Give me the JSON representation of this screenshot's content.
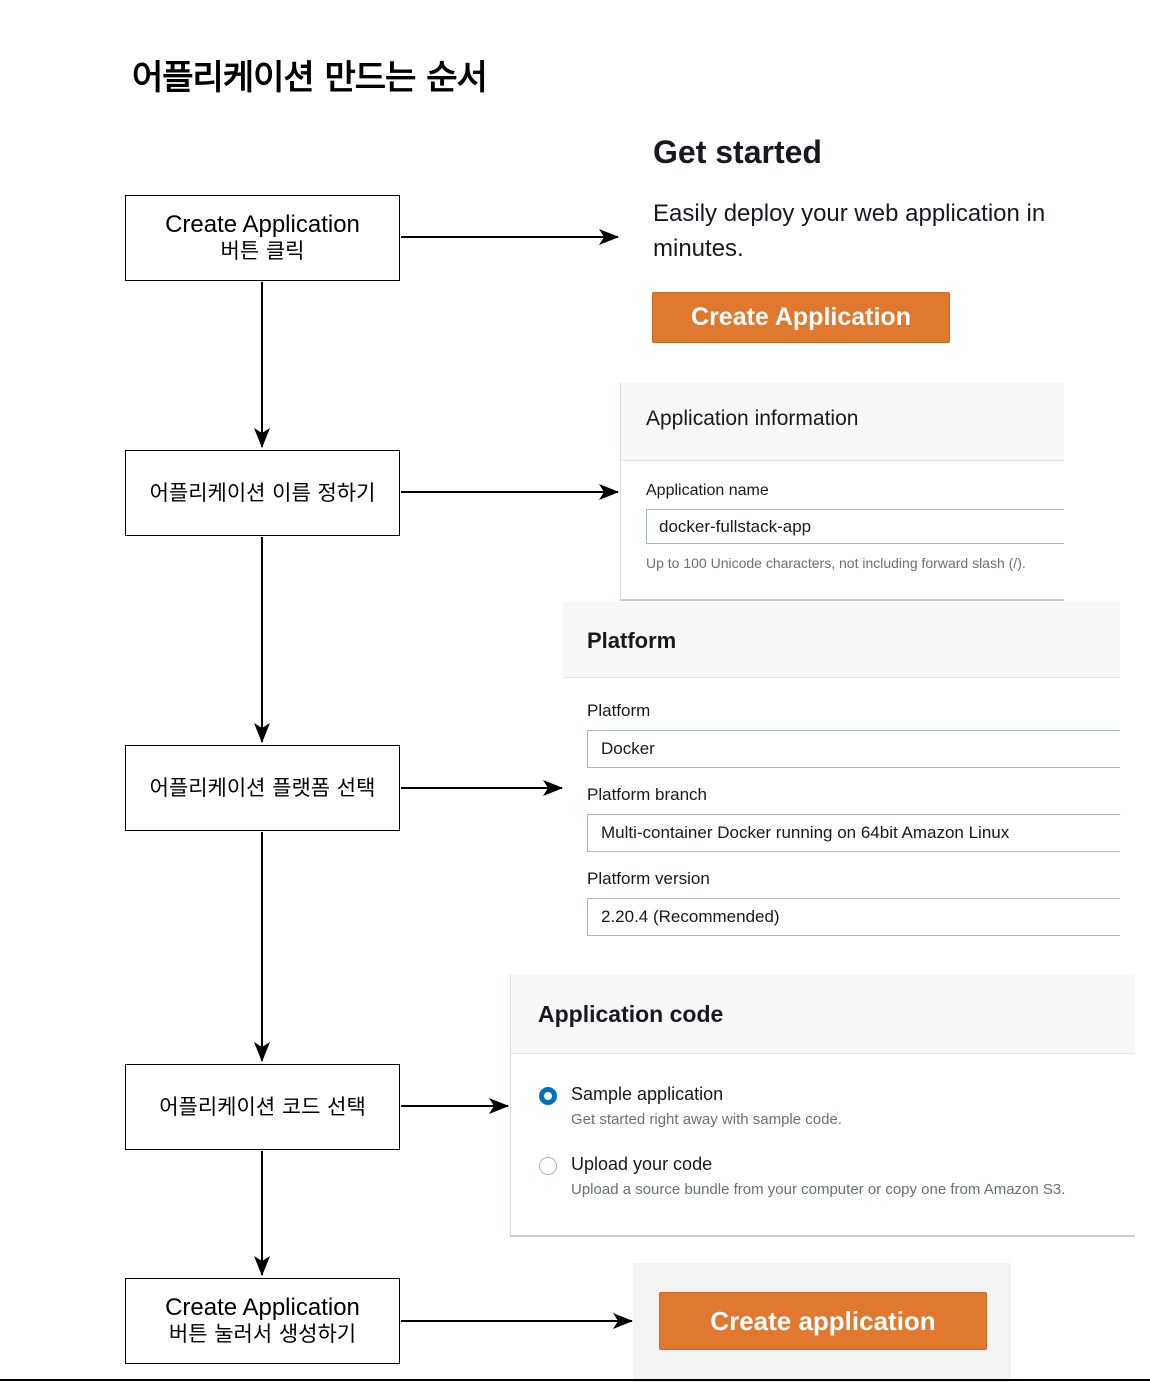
{
  "title": "어플리케이션 만드는 순서",
  "steps": [
    {
      "line1": "Create Application",
      "line2": "버튼 클릭"
    },
    {
      "line1": "어플리케이션 이름 정하기",
      "line2": ""
    },
    {
      "line1": "어플리케이션 플랫폼 선택",
      "line2": ""
    },
    {
      "line1": "어플리케이션 코드 선택",
      "line2": ""
    },
    {
      "line1": "Create Application",
      "line2": "버튼 눌러서 생성하기"
    }
  ],
  "get_started": {
    "heading": "Get started",
    "description": "Easily deploy your web application in minutes.",
    "button": "Create Application"
  },
  "app_info": {
    "heading": "Application information",
    "name_label": "Application name",
    "name_value": "docker-fullstack-app",
    "hint": "Up to 100 Unicode characters, not including forward slash (/)."
  },
  "platform": {
    "heading": "Platform",
    "platform_label": "Platform",
    "platform_value": "Docker",
    "branch_label": "Platform branch",
    "branch_value": "Multi-container Docker running on 64bit Amazon Linux",
    "version_label": "Platform version",
    "version_value": "2.20.4 (Recommended)"
  },
  "app_code": {
    "heading": "Application code",
    "options": [
      {
        "title": "Sample application",
        "desc": "Get started right away with sample code.",
        "selected": true
      },
      {
        "title": "Upload your code",
        "desc": "Upload a source bundle from your computer or copy one from Amazon S3.",
        "selected": false
      }
    ]
  },
  "final": {
    "button": "Create application"
  },
  "colors": {
    "accent": "#e0782f",
    "radio": "#0073bb",
    "border": "#000000"
  }
}
